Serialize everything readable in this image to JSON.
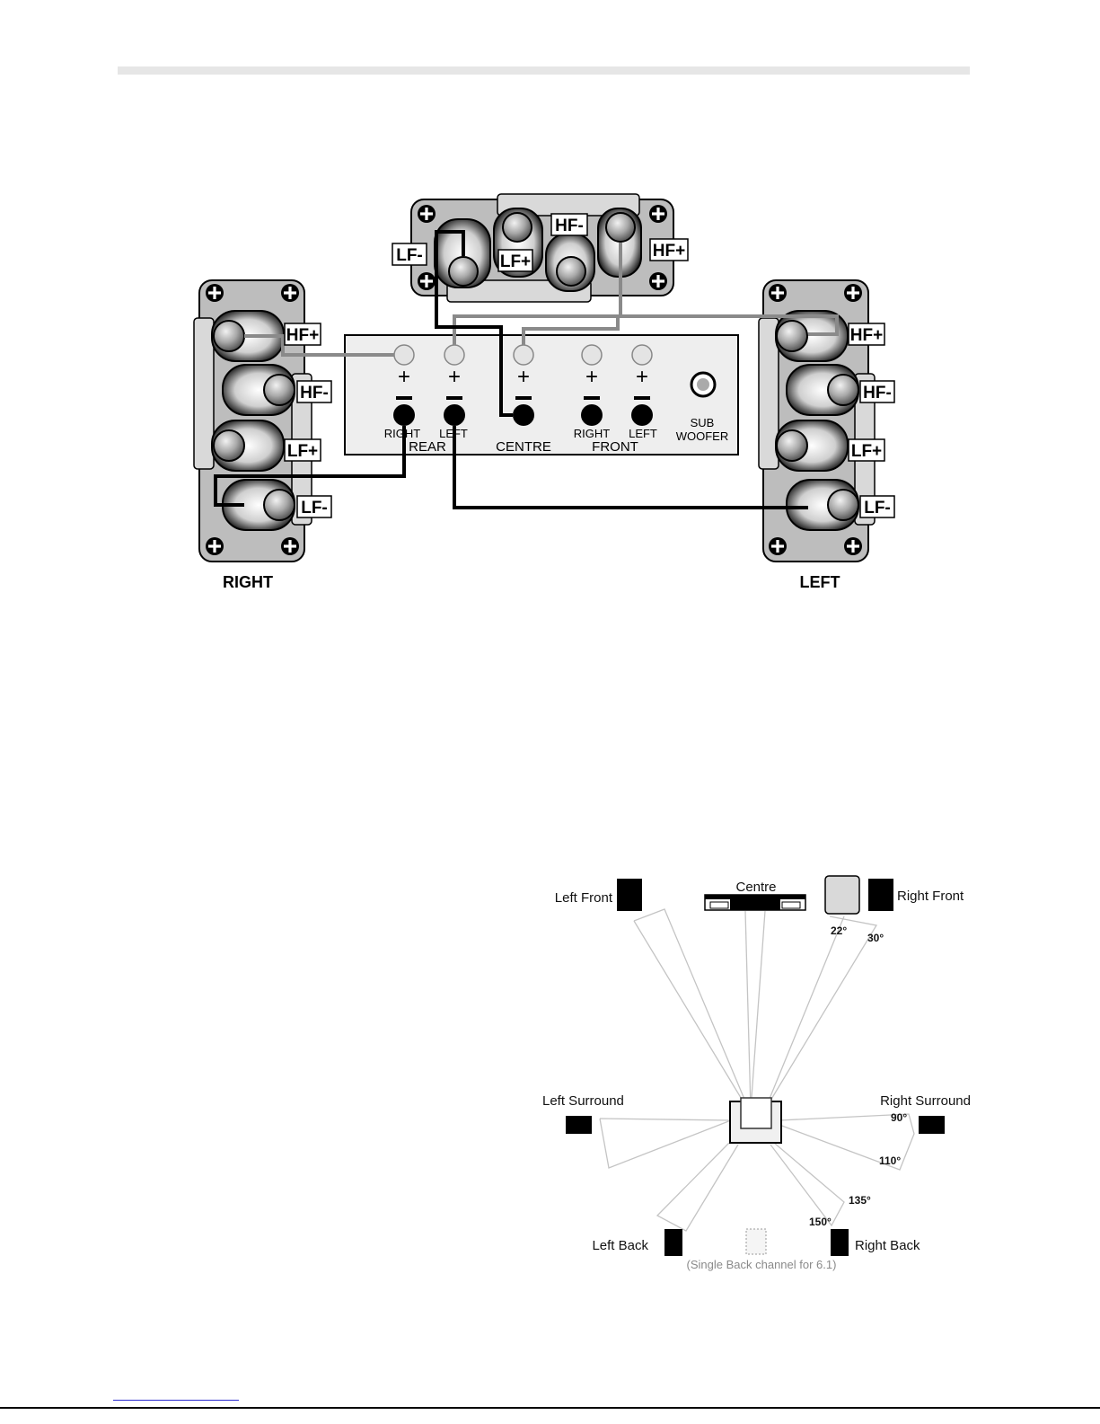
{
  "wiring": {
    "speaker_labels": {
      "hf_plus": "HF+",
      "hf_minus": "HF-",
      "lf_plus": "LF+",
      "lf_minus": "LF-"
    },
    "amp": {
      "rear": "REAR",
      "centre": "CENTRE",
      "front": "FRONT",
      "right": "RIGHT",
      "left": "LEFT",
      "sub": "SUB",
      "woofer": "WOOFER",
      "plus": "+",
      "minus": "−"
    },
    "captions": {
      "right": "RIGHT",
      "left": "LEFT"
    }
  },
  "layout": {
    "left_front": "Left Front",
    "centre": "Centre",
    "right_front": "Right Front",
    "left_surround": "Left Surround",
    "right_surround": "Right Surround",
    "left_back": "Left Back",
    "right_back": "Right Back",
    "note": "(Single Back channel for 6.1)",
    "angles": {
      "a22": "22°",
      "a30": "30°",
      "a90": "90°",
      "a110": "110°",
      "a135": "135°",
      "a150": "150°"
    }
  },
  "colors": {
    "wire_black": "#000000",
    "wire_grey": "#8a8a8a",
    "plate": "#bdbdbd",
    "top_rule": "#e6e6e6",
    "footer_link": "#2b2bd0"
  }
}
